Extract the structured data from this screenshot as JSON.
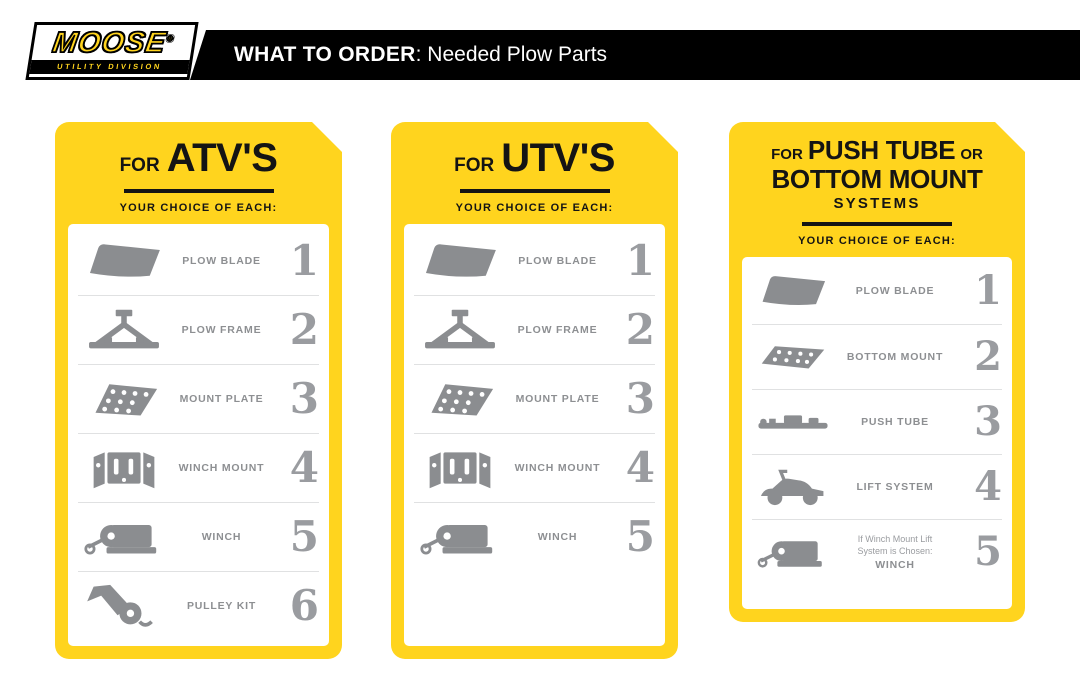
{
  "colors": {
    "brand_yellow": "#FFD41E",
    "bar_black": "#000000",
    "part_gray": "#8B8D90",
    "number_gray": "#9A9CA0",
    "divider_gray": "#E0E1E2"
  },
  "header": {
    "logo_word": "MOOSE",
    "logo_reg": "®",
    "logo_sub": "UTILITY DIVISION",
    "title_bold": "WHAT TO ORDER",
    "title_rest": ": Needed Plow Parts"
  },
  "cards": [
    {
      "prefix": "FOR",
      "title": "ATV'S",
      "choice_label": "YOUR CHOICE OF EACH:",
      "items": [
        {
          "icon": "plow-blade",
          "label": "PLOW BLADE",
          "number": "1"
        },
        {
          "icon": "plow-frame",
          "label": "PLOW FRAME",
          "number": "2"
        },
        {
          "icon": "mount-plate",
          "label": "MOUNT PLATE",
          "number": "3"
        },
        {
          "icon": "winch-mount",
          "label": "WINCH MOUNT",
          "number": "4"
        },
        {
          "icon": "winch",
          "label": "WINCH",
          "number": "5"
        },
        {
          "icon": "pulley-kit",
          "label": "PULLEY KIT",
          "number": "6"
        }
      ]
    },
    {
      "prefix": "FOR",
      "title": "UTV'S",
      "choice_label": "YOUR CHOICE OF EACH:",
      "items": [
        {
          "icon": "plow-blade",
          "label": "PLOW BLADE",
          "number": "1"
        },
        {
          "icon": "plow-frame",
          "label": "PLOW FRAME",
          "number": "2"
        },
        {
          "icon": "mount-plate",
          "label": "MOUNT PLATE",
          "number": "3"
        },
        {
          "icon": "winch-mount",
          "label": "WINCH MOUNT",
          "number": "4"
        },
        {
          "icon": "winch",
          "label": "WINCH",
          "number": "5"
        }
      ]
    },
    {
      "title_l1_prefix": "FOR",
      "title_l1": "PUSH TUBE",
      "title_l1_suffix": "OR",
      "title_l2": "BOTTOM MOUNT",
      "title_l3": "SYSTEMS",
      "choice_label": "YOUR CHOICE OF EACH:",
      "items": [
        {
          "icon": "plow-blade",
          "label": "PLOW BLADE",
          "number": "1"
        },
        {
          "icon": "bottom-mount",
          "label": "BOTTOM MOUNT",
          "number": "2"
        },
        {
          "icon": "push-tube",
          "label": "PUSH TUBE",
          "number": "3"
        },
        {
          "icon": "lift-system",
          "label": "LIFT SYSTEM",
          "number": "4"
        },
        {
          "icon": "winch",
          "note": "If Winch Mount Lift System is Chosen:",
          "label": "WINCH",
          "number": "5"
        }
      ]
    }
  ]
}
